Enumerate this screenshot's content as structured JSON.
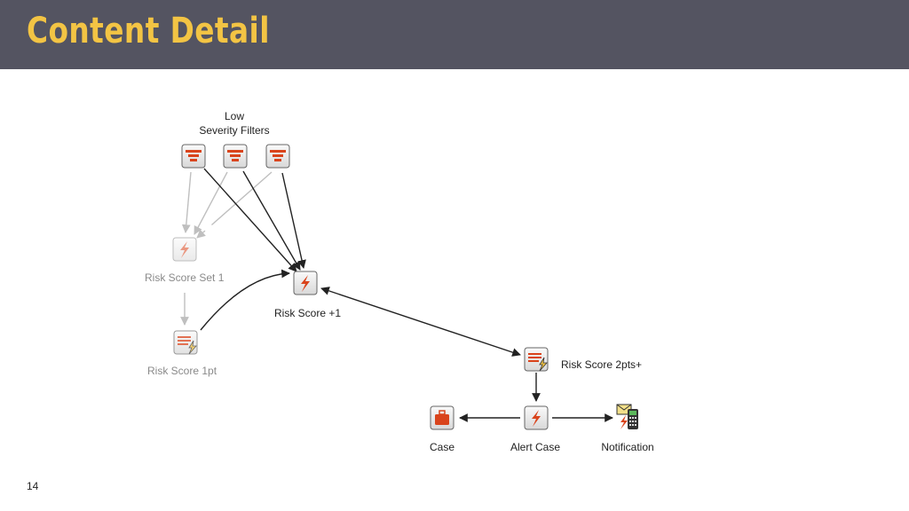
{
  "slide": {
    "title": "Content Detail",
    "page_number": "14"
  },
  "labels": {
    "group_line1": "Low",
    "group_line2": "Severity Filters",
    "risk_set": "Risk Score Set 1",
    "risk_plus": "Risk Score +1",
    "risk_1pt": "Risk Score 1pt",
    "risk_2pts": "Risk Score 2pts+",
    "case": "Case",
    "alert_case": "Alert Case",
    "notification": "Notification"
  },
  "icons": {
    "filter": "filter-icon",
    "risk": "lightning-bolt-icon",
    "rule": "rule-document-icon",
    "case": "briefcase-icon",
    "notification": "envelope-phone-icon"
  },
  "colors": {
    "header_bg": "#545461",
    "title": "#f3c444",
    "accent": "#d9441c",
    "edge_active": "#222222",
    "edge_faded": "#bfbfbf"
  }
}
